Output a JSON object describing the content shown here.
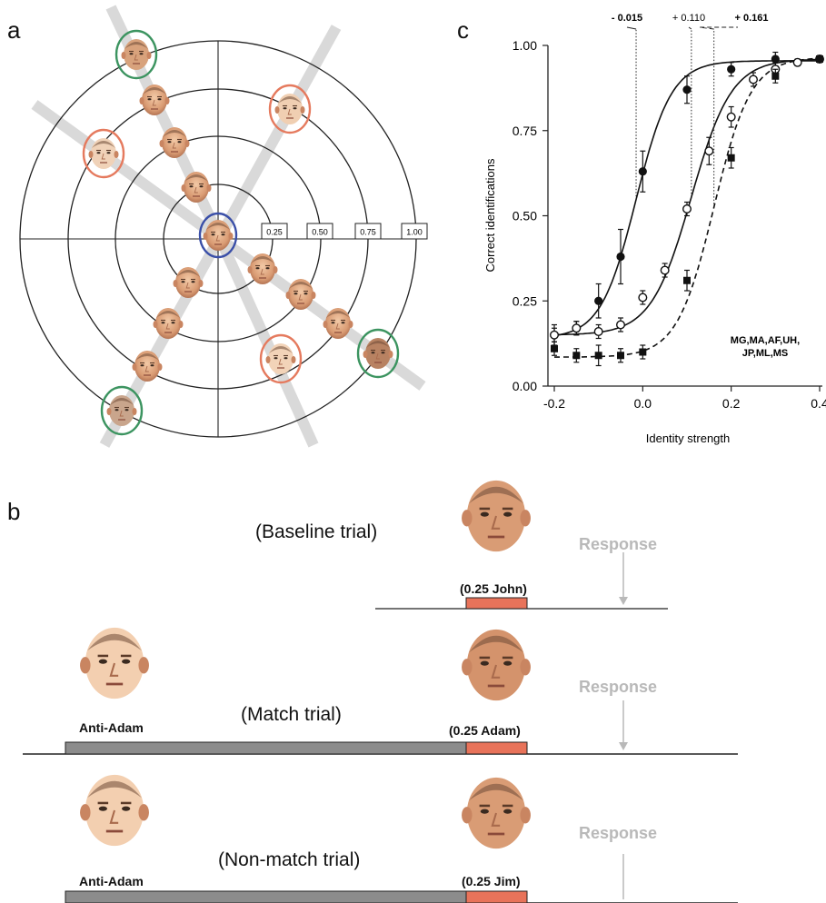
{
  "panel_a": {
    "letter": "a",
    "ring_labels": [
      "0.25",
      "0.50",
      "0.75",
      "1.00"
    ]
  },
  "panel_b": {
    "letter": "b",
    "trials": [
      {
        "label": "(Baseline trial)",
        "adapt_caption": "",
        "test_caption": "(0.25 John)",
        "response": "Response"
      },
      {
        "label": "(Match trial)",
        "adapt_caption": "Anti-Adam",
        "test_caption": "(0.25 Adam)",
        "response": "Response"
      },
      {
        "label": "(Non-match trial)",
        "adapt_caption": "Anti-Adam",
        "test_caption": "(0.25 Jim)",
        "response": "Response"
      }
    ],
    "colors": {
      "test_bar": "#e8735a",
      "adapt_bar": "#8c8c8c"
    }
  },
  "panel_c": {
    "letter": "c",
    "annotations": [
      "- 0.015",
      "+ 0.110",
      "+ 0.161"
    ],
    "subjects_line1": "MG,MA,AF,UH,",
    "subjects_line2": "JP,ML,MS"
  },
  "chart_data": {
    "type": "line",
    "xlabel": "Identity strength",
    "ylabel": "Correct identifications",
    "xlim": [
      -0.2,
      0.4
    ],
    "ylim": [
      0.0,
      1.0
    ],
    "xticks": [
      "-0.2",
      "0.0",
      "0.2",
      "0.4"
    ],
    "yticks": [
      "0.00",
      "0.25",
      "0.50",
      "0.75",
      "1.00"
    ],
    "series": [
      {
        "marker": "filled-circle",
        "line": "solid",
        "x": [
          -0.2,
          -0.15,
          -0.1,
          -0.05,
          0.0,
          0.1,
          0.2,
          0.3,
          0.4
        ],
        "y": [
          0.15,
          0.17,
          0.25,
          0.38,
          0.63,
          0.87,
          0.93,
          0.96,
          0.96
        ],
        "err": [
          0.03,
          0.02,
          0.05,
          0.08,
          0.06,
          0.04,
          0.02,
          0.02,
          0.01
        ],
        "threshold": -0.015
      },
      {
        "marker": "open-circle",
        "line": "solid",
        "x": [
          -0.2,
          -0.15,
          -0.1,
          -0.05,
          0.0,
          0.05,
          0.1,
          0.15,
          0.2,
          0.25,
          0.3,
          0.35,
          0.4
        ],
        "y": [
          0.15,
          0.17,
          0.16,
          0.18,
          0.26,
          0.34,
          0.52,
          0.69,
          0.79,
          0.9,
          0.93,
          0.95,
          0.96
        ],
        "err": [
          0.02,
          0.02,
          0.02,
          0.02,
          0.02,
          0.02,
          0.02,
          0.04,
          0.03,
          0.02,
          0.02,
          0.01,
          0.01
        ],
        "threshold": 0.11
      },
      {
        "marker": "filled-square",
        "line": "dashed",
        "x": [
          -0.2,
          -0.15,
          -0.1,
          -0.05,
          0.0,
          0.1,
          0.2,
          0.3,
          0.4
        ],
        "y": [
          0.11,
          0.09,
          0.09,
          0.09,
          0.1,
          0.31,
          0.67,
          0.91,
          0.96
        ],
        "err": [
          0.02,
          0.02,
          0.03,
          0.02,
          0.02,
          0.03,
          0.03,
          0.02,
          0.01
        ],
        "threshold": 0.161
      }
    ]
  }
}
